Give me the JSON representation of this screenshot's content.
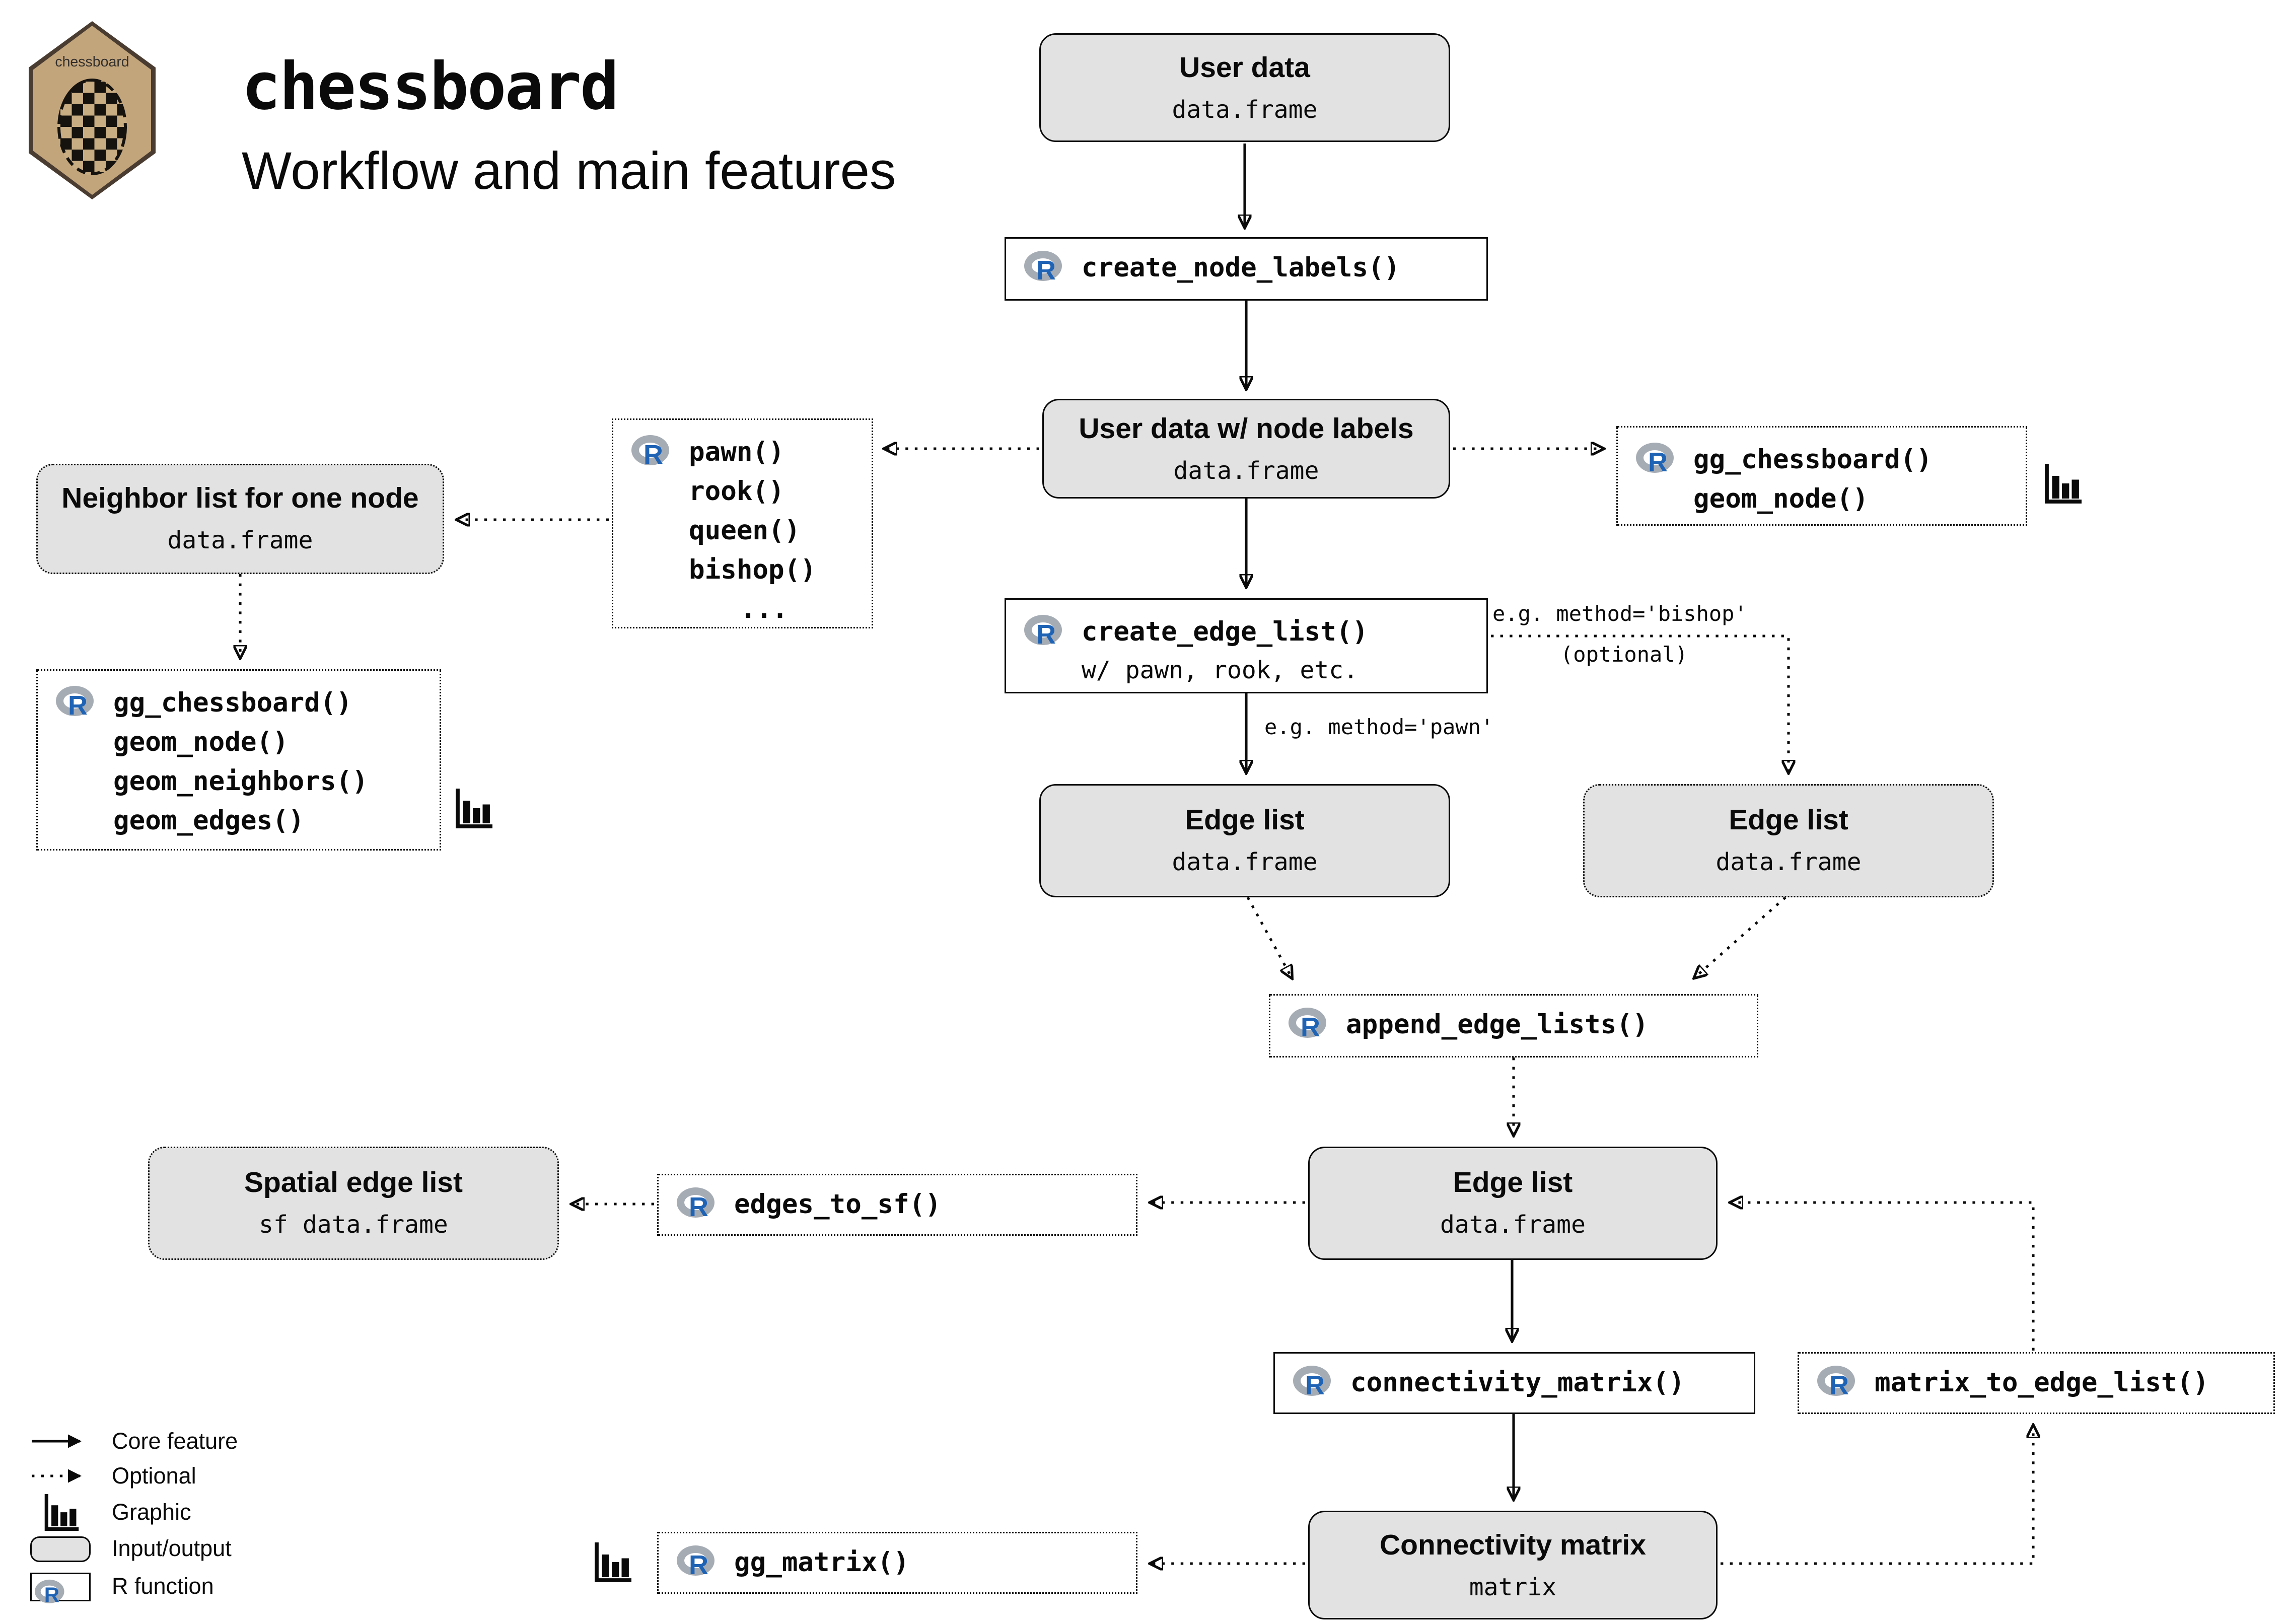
{
  "header": {
    "logo_text": "chessboard",
    "title": "chessboard",
    "subtitle": "Workflow and main features"
  },
  "nodes": {
    "user_data": {
      "title": "User data",
      "type": "data.frame"
    },
    "create_node_labels": {
      "label": "create_node_labels()"
    },
    "user_data_labeled": {
      "title": "User data w/ node labels",
      "type": "data.frame"
    },
    "movements": {
      "lines": [
        "pawn()",
        "rook()",
        "queen()",
        "bishop()",
        "..."
      ]
    },
    "gg_node": {
      "lines": [
        "gg_chessboard()",
        "geom_node()"
      ]
    },
    "neighbor_list": {
      "title": "Neighbor list for one node",
      "type": "data.frame"
    },
    "gg_full": {
      "lines": [
        "gg_chessboard()",
        "geom_node()",
        "geom_neighbors()",
        "geom_edges()"
      ]
    },
    "create_edge_list": {
      "label": "create_edge_list()",
      "sublabel": "w/ pawn, rook, etc."
    },
    "edge_list_pawn": {
      "title": "Edge list",
      "type": "data.frame"
    },
    "edge_list_bishop": {
      "title": "Edge list",
      "type": "data.frame"
    },
    "append_edge_lists": {
      "label": "append_edge_lists()"
    },
    "edge_list": {
      "title": "Edge list",
      "type": "data.frame"
    },
    "edges_to_sf": {
      "label": "edges_to_sf()"
    },
    "spatial_edge_list": {
      "title": "Spatial edge list",
      "type": "sf data.frame"
    },
    "connectivity_matrix_fn": {
      "label": "connectivity_matrix()"
    },
    "matrix_to_edge_list": {
      "label": "matrix_to_edge_list()"
    },
    "connectivity_matrix": {
      "title": "Connectivity matrix",
      "type": "matrix"
    },
    "gg_matrix": {
      "label": "gg_matrix()"
    }
  },
  "edge_labels": {
    "method_bishop": "e.g. method='bishop'",
    "optional": "(optional)",
    "method_pawn": "e.g. method='pawn'"
  },
  "legend": {
    "core_feature": "Core feature",
    "optional": "Optional",
    "graphic": "Graphic",
    "input_output": "Input/output",
    "r_function": "R function"
  },
  "colors": {
    "io_fill": "#e2e2e2",
    "r_blue": "#1f63b5",
    "hex_fill": "#c3a57c",
    "hex_border": "#4a3c30"
  }
}
